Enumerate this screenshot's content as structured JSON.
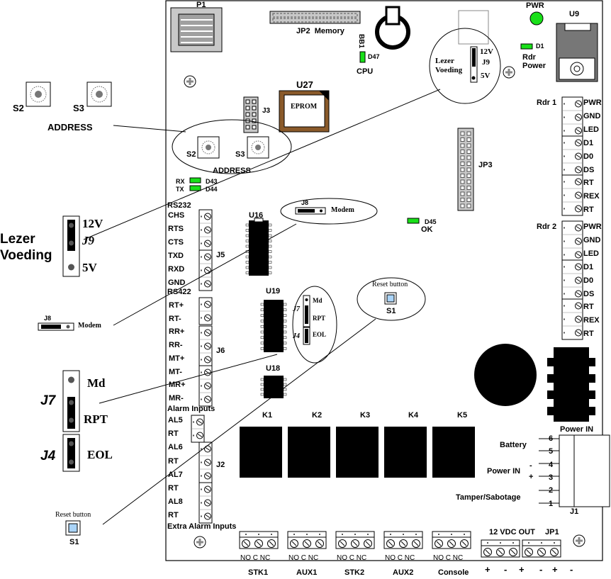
{
  "board": {
    "connectors": {
      "p1": "P1",
      "jp2": "JP2",
      "jp2_suffix": "Memory",
      "bb1": "BB1",
      "j3": "J3",
      "jp3": "JP3",
      "j5": "J5",
      "j6": "J6",
      "j2": "J2",
      "j1": "J1",
      "jp1": "JP1",
      "j8": "J8",
      "j7": "J7",
      "j4": "J4",
      "j9": "J9",
      "u27": "U27",
      "eprom": "EPROM",
      "u16": "U16",
      "u19": "U19",
      "u18": "U18",
      "u9": "U9"
    },
    "leds": {
      "d47": "D47",
      "cpu": "CPU",
      "pwr": "PWR",
      "d1": "D1",
      "rdr_power_1": "Rdr",
      "rdr_power_2": "Power",
      "rx": "RX",
      "tx": "TX",
      "d43": "D43",
      "d44": "D44",
      "d45": "D45",
      "ok": "OK"
    },
    "onboard": {
      "s2": "S2",
      "s3": "S3",
      "address": "ADDRESS",
      "lezer_voeding_1": "Lezer",
      "lezer_voeding_2": "Voeding",
      "j9_12v": "12V",
      "j9_5v": "5V",
      "modem": "Modem",
      "md": "Md",
      "rpt": "RPT",
      "eol": "EOL",
      "reset_button": "Reset button",
      "s1": "S1"
    },
    "rs232": {
      "header": "RS232",
      "pins": [
        "CHS",
        "RTS",
        "CTS",
        "TXD",
        "RXD",
        "GND"
      ]
    },
    "rs422": {
      "header": "RS422",
      "pins": [
        "RT+",
        "RT-",
        "RR+",
        "RR-",
        "MT+",
        "MT-",
        "MR+",
        "MR-"
      ]
    },
    "alarm": {
      "header": "Alarm Inputs",
      "pins": [
        "AL5",
        "RT",
        "AL6",
        "RT",
        "AL7",
        "RT",
        "AL8",
        "RT"
      ],
      "footer": "Extra Alarm Inputs"
    },
    "reader1": {
      "header": "Rdr 1",
      "pins": [
        "PWR",
        "GND",
        "LED",
        "D1",
        "D0",
        "DS",
        "RT",
        "REX",
        "RT"
      ]
    },
    "reader2": {
      "header": "Rdr 2",
      "pins": [
        "PWR",
        "GND",
        "LED",
        "D1",
        "D0",
        "DS",
        "RT",
        "REX",
        "RT"
      ]
    },
    "relays": [
      "K1",
      "K2",
      "K3",
      "K4",
      "K5"
    ],
    "relay_outputs": [
      {
        "pins": "NO C NC",
        "name": "STK1"
      },
      {
        "pins": "NO C NC",
        "name": "AUX1"
      },
      {
        "pins": "NO C NC",
        "name": "STK2"
      },
      {
        "pins": "NO C NC",
        "name": "AUX2"
      },
      {
        "pins": "NO C NC",
        "name": "Console"
      }
    ],
    "output_12vdc": "12 VDC OUT",
    "polarity": [
      "+",
      "-",
      "+",
      "-",
      "+",
      "-"
    ],
    "power_in": {
      "header": "Power IN",
      "numbers": [
        "6",
        "5",
        "4",
        "3",
        "2",
        "1"
      ],
      "battery": "Battery",
      "power_in_label": "Power IN",
      "minus": "-",
      "plus": "+",
      "tamper": "Tamper/Sabotage"
    }
  },
  "callouts": {
    "s2": "S2",
    "s3": "S3",
    "address": "ADDRESS",
    "lezer": "Lezer",
    "voeding": "Voeding",
    "j9_12v": "12V",
    "j9": "J9",
    "j9_5v": "5V",
    "j8": "J8",
    "modem": "Modem",
    "md": "Md",
    "j7": "J7",
    "rpt": "RPT",
    "j4": "J4",
    "eol": "EOL",
    "reset_button": "Reset button",
    "s1": "S1"
  }
}
